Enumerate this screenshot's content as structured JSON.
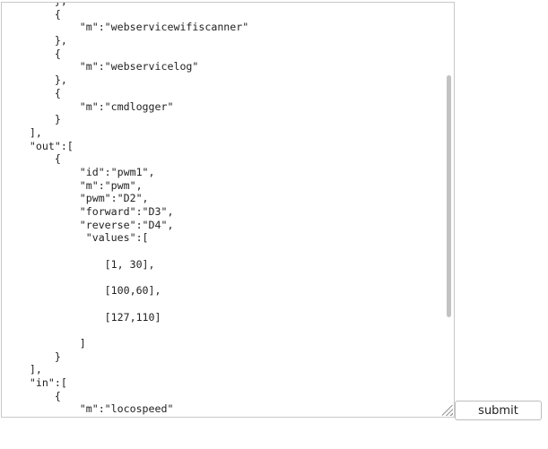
{
  "editor": {
    "lines": [
      "        },",
      "        {",
      "            \"m\":\"webservicewifiscanner\"",
      "        },",
      "        {",
      "            \"m\":\"webservicelog\"",
      "        },",
      "        {",
      "            \"m\":\"cmdlogger\"",
      "        }",
      "    ],",
      "    \"out\":[",
      "        {",
      "            \"id\":\"pwm1\",",
      "            \"m\":\"pwm\",",
      "            \"pwm\":\"D2\",",
      "            \"forward\":\"D3\",",
      "            \"reverse\":\"D4\",",
      "             \"values\":[",
      "",
      "                [1, 30],",
      "",
      "                [100,60],",
      "",
      "                [127,110]",
      "",
      "            ]",
      "        }",
      "    ],",
      "    \"in\":[",
      "        {",
      "            \"m\":\"locospeed\""
    ]
  },
  "submit_label": "submit"
}
